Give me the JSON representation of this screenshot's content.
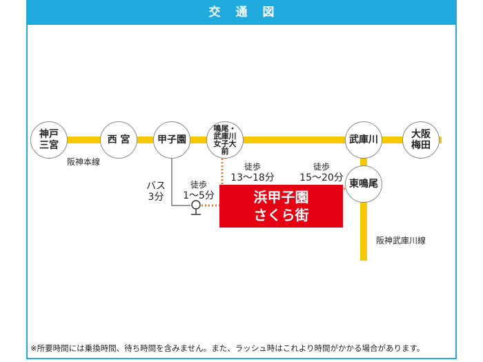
{
  "title": "交通図",
  "stations": {
    "kobe_sannomiya": "神戸\n三宮",
    "nishinomiya": "西 宮",
    "koshien": "甲子園",
    "naruo": "鳴尾・\n武庫川\n女子大\n前",
    "mukogawa": "武庫川",
    "osaka_umeda": "大阪\n梅田",
    "higashi_naruo": "東鳴尾"
  },
  "lines": {
    "main": "阪神本線",
    "mukogawa_line": "阪神武庫川線"
  },
  "routes": {
    "bus_mode": "バス",
    "bus_time": "3分",
    "walk1_mode": "徒歩",
    "walk1_time": "1〜5分",
    "walk2_mode": "徒歩",
    "walk2_time": "13〜18分",
    "walk3_mode": "徒歩",
    "walk3_time": "15〜20分"
  },
  "destination": {
    "line1": "浜甲子園",
    "line2": "さくら街"
  },
  "note": "※所要時間には乗換時間、待ち時間を含みません。また、ラッシュ時はこれより時間がかかる場合があります。",
  "colors": {
    "frame": "#1eaadc",
    "rail": "#f5c800",
    "destination": "#e50012",
    "walk": "#e87722"
  }
}
